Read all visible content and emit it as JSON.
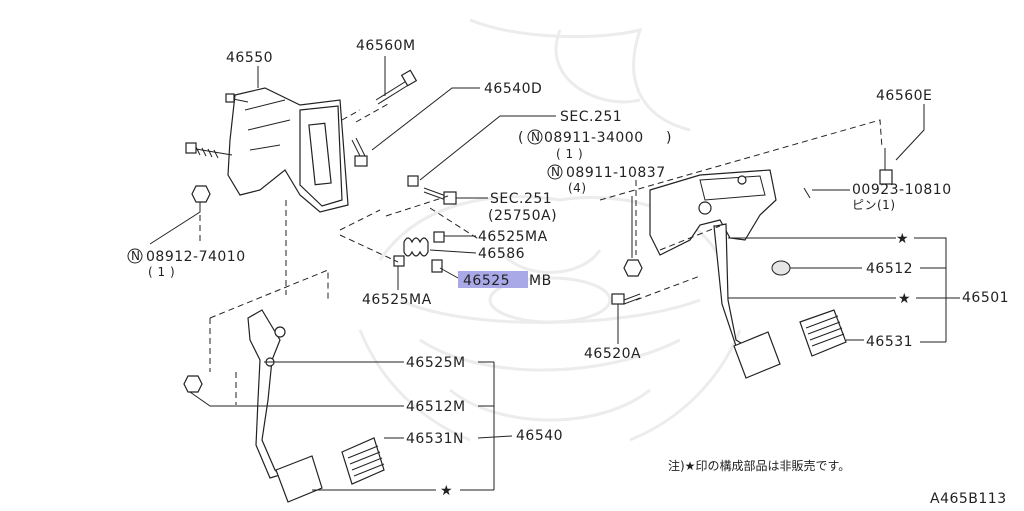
{
  "labels": {
    "p46550": "46550",
    "p46560M": "46560M",
    "p46540D": "46540D",
    "sec251a": "SEC.251",
    "n_08911_34000": "08911-34000",
    "n_08911_34000_qty": "( 1 )",
    "n_08911_10837": "08911-10837",
    "n_08911_10837_qty": "(4)",
    "sec251b": "SEC.251",
    "sec251b_ref": "(25750A)",
    "p46525MA_a": "46525MA",
    "p46586": "46586",
    "p46525MB_hl": "46525",
    "p46525MB_suffix": "MB",
    "p46525MA_b": "46525MA",
    "n_08912_74010": "08912-74010",
    "n_08912_74010_qty": "( 1 )",
    "p46560E": "46560E",
    "p00923_10810": "00923-10810",
    "p00923_10810_qty": "ピン(1)",
    "p46512": "46512",
    "p46501": "46501",
    "p46531": "46531",
    "p46520A": "46520A",
    "p46525M": "46525M",
    "p46512M": "46512M",
    "p46531N": "46531N",
    "p46540": "46540",
    "n_symbol": "N"
  },
  "note": "注)★印の構成部品は非販売です。",
  "diagram_id": "A465B113",
  "highlight_color": "#a9a9e8",
  "star_glyph": "★"
}
